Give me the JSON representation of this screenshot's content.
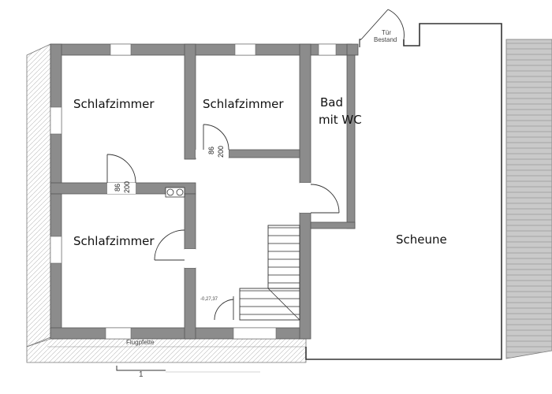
{
  "rooms": {
    "bedroom_top_left": "Schlafzimmer",
    "bedroom_top_middle": "Schlafzimmer",
    "bedroom_bottom_left": "Schlafzimmer",
    "bathroom_line1": "Bad",
    "bathroom_line2": "mit WC",
    "barn": "Scheune"
  },
  "annotations": {
    "door_existing_line1": "Tür",
    "door_existing_line2": "Bestand",
    "eaves_purlin": "Flugpfette",
    "section_marker": "1",
    "level_mark": "-0,27,37"
  },
  "door_dimensions": {
    "door_a_width": "86",
    "door_a_height": "200",
    "door_b_width": "86",
    "door_b_height": "200"
  },
  "colors": {
    "wall_fill": "#8c8c8c",
    "wall_stroke": "#555555",
    "roof_hatch": "#b5b5b5",
    "line": "#333333"
  }
}
